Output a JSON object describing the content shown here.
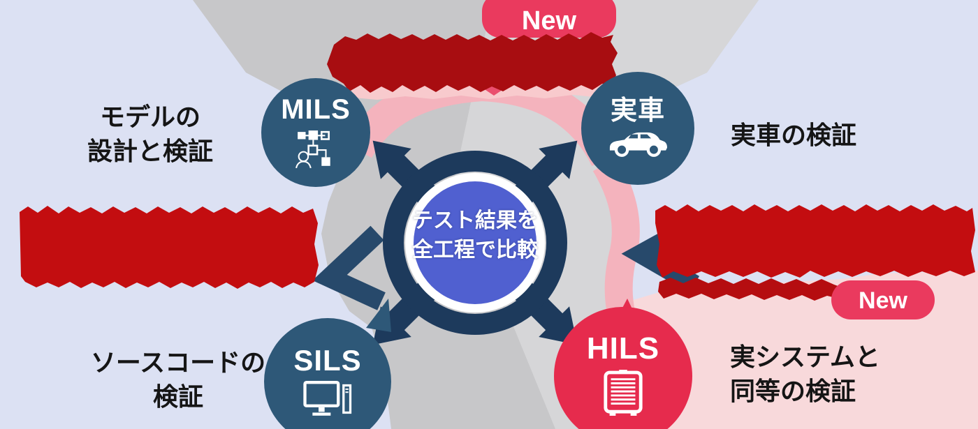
{
  "colors": {
    "background": "#dce1f3",
    "pink_panel": "#f8d9db",
    "cycle_gray": "#c7c7c9",
    "cycle_gray_light": "#d6d6d8",
    "ribbon_pink": "#f4b3bd",
    "salmon_band": "#f8cacd",
    "accent_pink": "#ea4f6e",
    "node_blue": "#2e5878",
    "node_red": "#e62b4d",
    "center_blue": "#5060d0",
    "arrow_navy": "#1d3a5c",
    "chevron_steel": "#27496b",
    "badge_red": "#ea3a5e",
    "heading_red": "#a80d11",
    "text_block_red": "#c30d10",
    "label_black": "#151515"
  },
  "center_circle": {
    "line1": "テスト結果を",
    "line2": "全工程で比較"
  },
  "nodes": {
    "mils": {
      "label": "MILS",
      "icon": "flowchart-person-icon"
    },
    "actual_vehicle": {
      "label": "実車",
      "icon": "car-icon"
    },
    "sils": {
      "label": "SILS",
      "icon": "desktop-computer-icon"
    },
    "hils": {
      "label": "HILS",
      "icon": "test-rack-icon"
    }
  },
  "stage_labels": {
    "model_design": {
      "line1": "モデルの",
      "line2": "設計と検証"
    },
    "vehicle_verification": {
      "line1": "実車の検証"
    },
    "source_code": {
      "line1": "ソースコードの",
      "line2": "検証"
    },
    "real_system": {
      "line1": "実システムと",
      "line2": "同等の検証"
    }
  },
  "badges": {
    "top_new": "New",
    "right_new": "New"
  },
  "illegible_regions": {
    "top_heading": "(illegible dark-red heading text)",
    "left_banner": "(illegible red text block)",
    "right_banner": "(illegible red text block)"
  }
}
